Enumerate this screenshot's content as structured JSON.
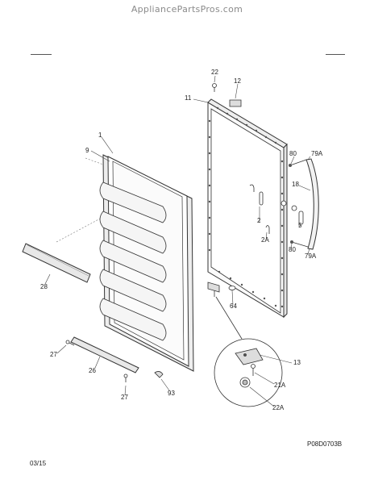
{
  "watermark": "AppliancePartsPros.com",
  "footer": {
    "date": "03/15",
    "code": "P08D0703B"
  },
  "callouts": {
    "n1": "1",
    "n9": "9",
    "n28": "28",
    "n27a": "27",
    "n26": "26",
    "n27b": "27",
    "n93": "93",
    "n22": "22",
    "n12": "12",
    "n11": "11",
    "n80a": "80",
    "n79Aa": "79A",
    "n18": "18",
    "n2": "2",
    "n5": "5",
    "n2A": "2A",
    "n80b": "80",
    "n79Ab": "79A",
    "n64": "64",
    "n13": "13",
    "n21A": "21A",
    "n22A": "22A"
  }
}
